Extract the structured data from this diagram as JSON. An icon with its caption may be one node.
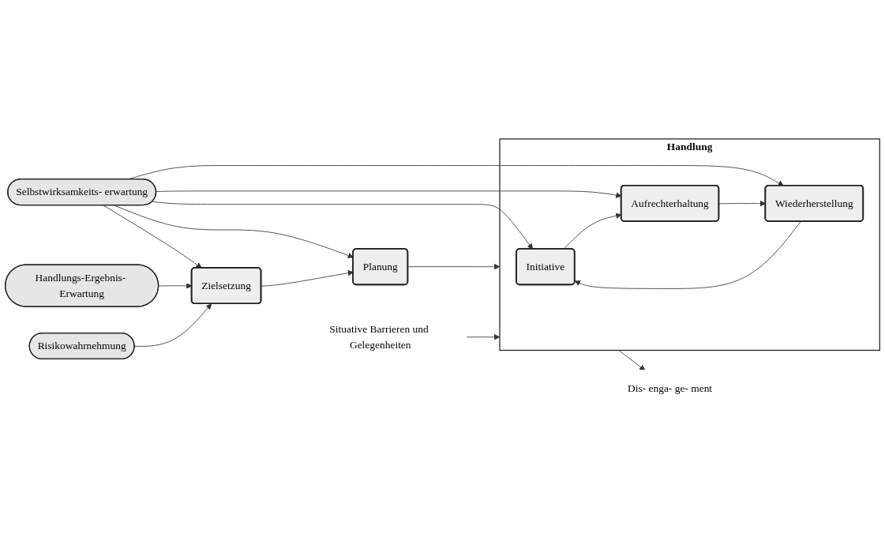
{
  "diagram": {
    "nodes": [
      {
        "text": [
          "Selbstwirksamkeits- erwartung"
        ]
      },
      {
        "text": [
          "Handlungs-Ergebnis- Erwartung"
        ]
      },
      {
        "text": [
          "Risikowahrnehmung"
        ]
      },
      {
        "text": [
          "Zielsetzung"
        ]
      },
      {
        "text": [
          "Planung"
        ]
      },
      {
        "text": [
          "Handlung"
        ]
      },
      {
        "text": [
          "Initiative"
        ],
        "in": 5
      },
      {
        "text": [
          "Aufrechterhaltung"
        ],
        "in": 5
      },
      {
        "text": [
          "Wiederherstellung"
        ],
        "in": 5
      },
      {
        "text": [
          "Dis- enga- ge- ment"
        ]
      },
      {
        "text": [
          "Situative Barrieren und Gelegenheiten"
        ]
      }
    ],
    "edges": [
      {
        "from": 0,
        "to": 3,
        "arrow": "to"
      },
      {
        "from": 0,
        "to": 4,
        "arrow": "to"
      },
      {
        "from": 0,
        "to": 6,
        "arrow": "to"
      },
      {
        "from": 0,
        "to": 8,
        "arrow": "to"
      },
      {
        "from": 0,
        "to": 7,
        "arrow": "to"
      },
      {
        "from": 1,
        "to": 3,
        "arrow": "to"
      },
      {
        "from": 2,
        "to": 3,
        "arrow": "to"
      },
      {
        "from": 3,
        "to": 4,
        "arrow": "to"
      },
      {
        "from": 4,
        "to": 5,
        "arrow": "to"
      },
      {
        "from": 6,
        "to": 7,
        "arrow": "to"
      },
      {
        "from": 7,
        "to": 8,
        "arrow": "to"
      },
      {
        "from": 8,
        "to": 6,
        "arrow": "to"
      },
      {
        "from": 5,
        "to": 9,
        "arrow": "to"
      },
      {
        "from": 10,
        "to": 5,
        "arrow": "to"
      }
    ]
  }
}
